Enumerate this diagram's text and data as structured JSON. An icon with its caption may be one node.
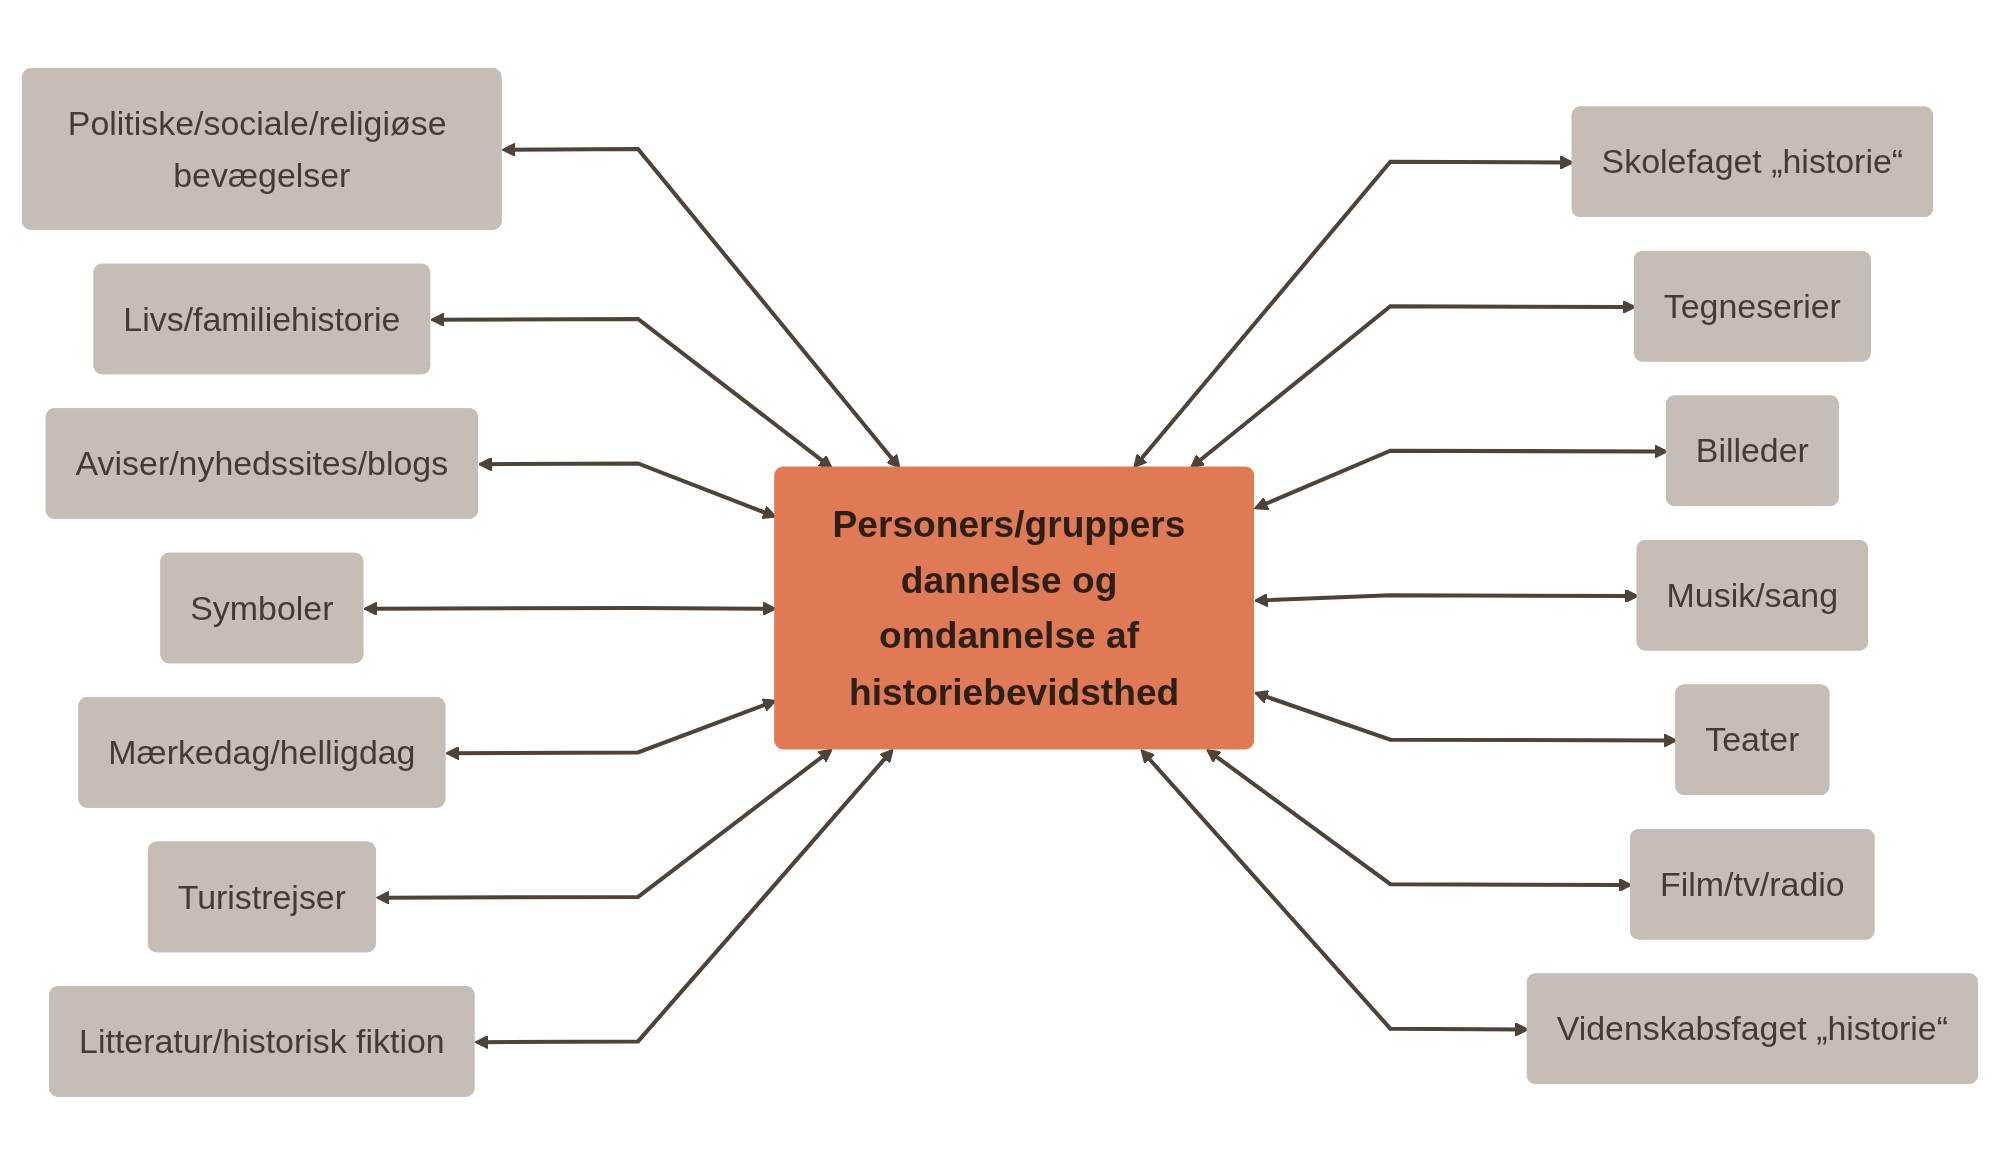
{
  "diagram": {
    "nodes": [
      {
        "text": [
          "Politiske/sociale/religiøse bevægelser"
        ]
      },
      {
        "text": [
          "Livs/familiehistorie"
        ]
      },
      {
        "text": [
          "Skolefaget „historie“"
        ]
      },
      {
        "text": [
          "Aviser/nyhedssites/blogs"
        ]
      },
      {
        "text": [
          "Tegneserier"
        ]
      },
      {
        "text": [
          "Symboler"
        ]
      },
      {
        "text": [
          "Personers/gruppers dannelse og omdannelse af historiebevidsthed"
        ]
      },
      {
        "text": [
          "Billeder"
        ]
      },
      {
        "text": [
          "Mærkedag/helligdag"
        ]
      },
      {
        "text": [
          "Musik/sang"
        ]
      },
      {
        "text": [
          "Turistrejser"
        ]
      },
      {
        "text": [
          "Teater"
        ]
      },
      {
        "text": [
          "Litteratur/historisk fiktion"
        ]
      },
      {
        "text": [
          "Film/tv/radio"
        ]
      },
      {
        "text": [
          "Videnskabsfaget „historie“"
        ]
      }
    ],
    "edges": [
      {
        "from": 0,
        "to": 6,
        "arrow": "both"
      },
      {
        "from": 1,
        "to": 6,
        "arrow": "both"
      },
      {
        "from": 3,
        "to": 6,
        "arrow": "both"
      },
      {
        "from": 5,
        "to": 6,
        "arrow": "both"
      },
      {
        "from": 8,
        "to": 6,
        "arrow": "both"
      },
      {
        "from": 10,
        "to": 6,
        "arrow": "both"
      },
      {
        "from": 12,
        "to": 6,
        "arrow": "both"
      },
      {
        "from": 6,
        "to": 2,
        "arrow": "both"
      },
      {
        "from": 6,
        "to": 4,
        "arrow": "both"
      },
      {
        "from": 6,
        "to": 7,
        "arrow": "both"
      },
      {
        "from": 6,
        "to": 9,
        "arrow": "both"
      },
      {
        "from": 6,
        "to": 11,
        "arrow": "both"
      },
      {
        "from": 6,
        "to": 13,
        "arrow": "both"
      },
      {
        "from": 6,
        "to": 14,
        "arrow": "both"
      }
    ]
  }
}
